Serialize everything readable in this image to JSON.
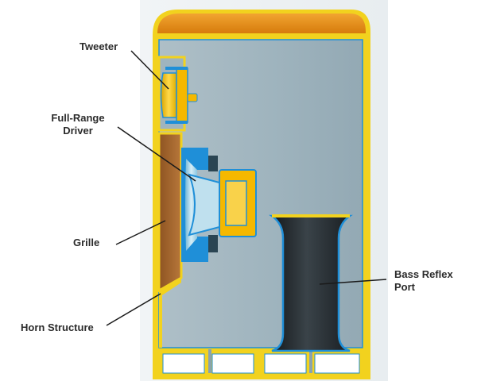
{
  "labels": {
    "tweeter": "Tweeter",
    "full_range_line1": "Full-Range",
    "full_range_line2": "Driver",
    "grille": "Grille",
    "horn_structure": "Horn Structure",
    "bass_reflex_line1": "Bass Reflex",
    "bass_reflex_line2": "Port"
  },
  "colors": {
    "cabinet_outline": "#F2D21E",
    "interior": "#9FB6C0",
    "top_cap": "#E08A12",
    "driver_blue": "#1F8FD8",
    "driver_cone": "#A7D3E6",
    "magnet_gold": "#F5B800",
    "grille_brown": "#A8682F",
    "port_dark": "#23292E",
    "leader_line": "#1a1a1a",
    "label_text": "#2b2b2b"
  }
}
